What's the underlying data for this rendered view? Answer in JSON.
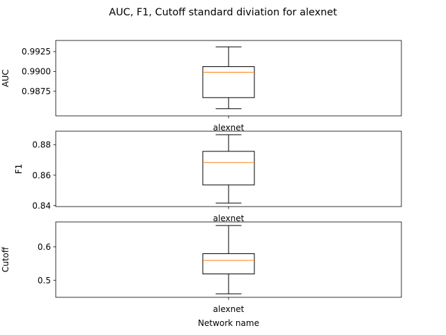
{
  "figure": {
    "suptitle": "AUC, F1, Cutoff standard diviation for alexnet",
    "xlabel": "Network name"
  },
  "chart_data": [
    {
      "type": "box",
      "ylabel": "AUC",
      "categories": [
        "alexnet"
      ],
      "yticks": [
        0.9875,
        0.99,
        0.9925
      ],
      "ytick_labels": [
        "0.9875",
        "0.9900",
        "0.9925"
      ],
      "ylim": [
        0.9844,
        0.9939
      ],
      "boxes": [
        {
          "whisker_low": 0.9853,
          "q1": 0.9867,
          "median": 0.9899,
          "q3": 0.9906,
          "whisker_high": 0.9931
        }
      ],
      "median_color": "#ff7f0e"
    },
    {
      "type": "box",
      "ylabel": "F1",
      "categories": [
        "alexnet"
      ],
      "yticks": [
        0.84,
        0.86,
        0.88
      ],
      "ytick_labels": [
        "0.84",
        "0.86",
        "0.88"
      ],
      "ylim": [
        0.8394,
        0.8888
      ],
      "boxes": [
        {
          "whisker_low": 0.8417,
          "q1": 0.8536,
          "median": 0.8683,
          "q3": 0.8756,
          "whisker_high": 0.8865
        }
      ],
      "median_color": "#ff7f0e"
    },
    {
      "type": "box",
      "ylabel": "Cutoff",
      "categories": [
        "alexnet"
      ],
      "yticks": [
        0.5,
        0.6
      ],
      "ytick_labels": [
        "0.5",
        "0.6"
      ],
      "ylim": [
        0.4495,
        0.6745
      ],
      "boxes": [
        {
          "whisker_low": 0.4598,
          "q1": 0.5194,
          "median": 0.5596,
          "q3": 0.5798,
          "whisker_high": 0.6638
        }
      ],
      "median_color": "#ff7f0e"
    }
  ]
}
